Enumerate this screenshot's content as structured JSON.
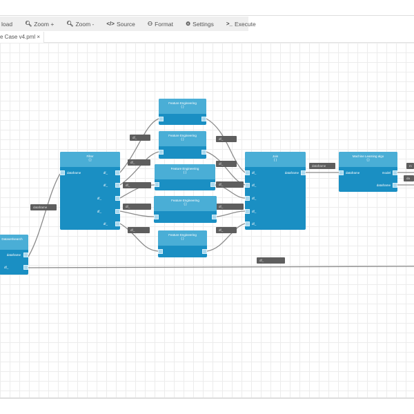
{
  "toolbar": {
    "items": [
      {
        "label": "load",
        "icon": "upload-icon"
      },
      {
        "label": "Zoom +",
        "icon": "zoom-in-icon"
      },
      {
        "label": "Zoom -",
        "icon": "zoom-out-icon"
      },
      {
        "label": "Source",
        "icon": "code-icon"
      },
      {
        "label": "Format",
        "icon": "sitemap-icon"
      },
      {
        "label": "Settings",
        "icon": "gears-icon"
      },
      {
        "label": "Execute",
        "icon": "terminal-icon"
      }
    ]
  },
  "tab": {
    "label": "e Case v4.pml",
    "close": "×"
  },
  "nodes": {
    "dataset": {
      "title": "Dataset/search",
      "sub": "{",
      "ports": [
        "dataframe",
        "df_"
      ]
    },
    "filter": {
      "title": "Filter",
      "sub": "{      }",
      "in": "dataframe",
      "outs": [
        "df_",
        "df_",
        "df_",
        "df_",
        "df_"
      ]
    },
    "fe": [
      {
        "title": "Feature Engineering",
        "sub": "{      }"
      },
      {
        "title": "Feature Engineering",
        "sub": "{      }"
      },
      {
        "title": "Feature Engineering",
        "sub": "{      }"
      },
      {
        "title": "Feature Engineering",
        "sub": "{      }"
      },
      {
        "title": "Feature Engineering",
        "sub": "{      }"
      }
    ],
    "join": {
      "title": "Join",
      "sub": "{      }",
      "ins": [
        "df_",
        "df_",
        "df_",
        "df_",
        "df_"
      ],
      "out": "dataframe"
    },
    "ml": {
      "title": "Machine Learning algo",
      "sub": "{      }",
      "in": "dataframe",
      "outs": [
        "model",
        "dataframe"
      ]
    }
  },
  "edge_labels": {
    "dataframe1": "dataframe",
    "dataframe2": "dataframe",
    "df": "df_",
    "m": "m",
    "da": "da"
  }
}
